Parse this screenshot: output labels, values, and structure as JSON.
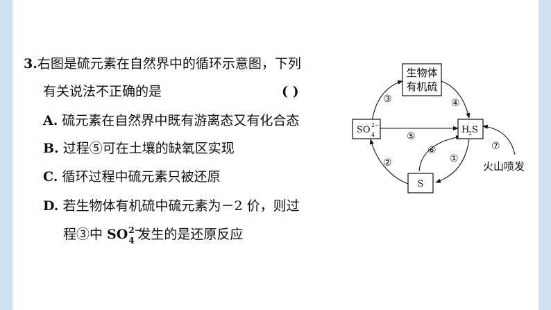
{
  "question": {
    "number": "3.",
    "stem_line1": "右图是硫元素在自然界中的循环示意图，下列",
    "stem_line2": "有关说法不正确的是",
    "answer_blank": "(     )",
    "options": [
      {
        "letter": "A.",
        "text": "硫元素在自然界中既有游离态又有化合态"
      },
      {
        "letter": "B.",
        "text": "过程⑤可在土壤的缺氧区实现"
      },
      {
        "letter": "C.",
        "text": "循环过程中硫元素只被还原"
      },
      {
        "letter": "D.",
        "text": "若生物体有机硫中硫元素为－2 价，则过"
      }
    ],
    "option_d_line2_pre": "程③中 ",
    "option_d_formula_main": "SO",
    "option_d_formula_sup": "2−",
    "option_d_formula_sub": "4",
    "option_d_line2_post": "发生的是还原反应"
  },
  "diagram": {
    "node_organic_line1": "生物体",
    "node_organic_line2": "有机硫",
    "node_so4_main": "SO",
    "node_so4_sup": "2−",
    "node_so4_sub": "4",
    "node_h2s_h": "H",
    "node_h2s_2": "2",
    "node_h2s_s": "S",
    "node_s": "S",
    "label_1": "①",
    "label_2": "②",
    "label_3": "③",
    "label_4": "④",
    "label_5": "⑤",
    "label_6": "⑥",
    "label_7": "⑦",
    "volcano": "火山喷发"
  }
}
